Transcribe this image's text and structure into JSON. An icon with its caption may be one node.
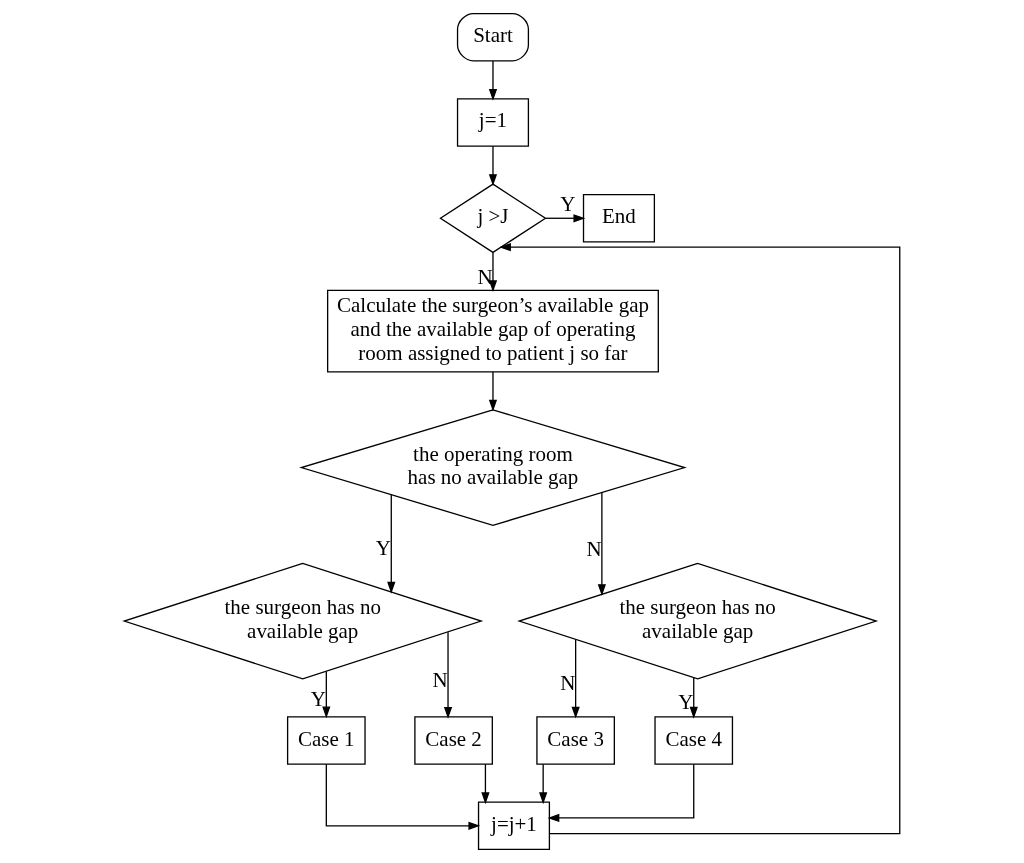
{
  "diagram": {
    "nodes": [
      {
        "text": [
          "Start"
        ]
      },
      {
        "text": [
          "j=1"
        ]
      },
      {
        "text": [
          "j >J"
        ]
      },
      {
        "text": [
          "End"
        ]
      },
      {
        "text": [
          "Calculate the surgeon’s available gap and the available gap of operating room assigned to patient j so far"
        ]
      },
      {
        "text": [
          "the operating room has no available gap"
        ]
      },
      {
        "text": [
          "the surgeon has no available gap"
        ]
      },
      {
        "text": [
          "the surgeon has no available gap"
        ]
      },
      {
        "text": [
          "Case 1"
        ]
      },
      {
        "text": [
          "Case 2"
        ]
      },
      {
        "text": [
          "Case 3"
        ]
      },
      {
        "text": [
          "Case 4"
        ]
      },
      {
        "text": [
          "j=j+1"
        ]
      }
    ],
    "edges": [
      {
        "from": 0,
        "to": 1,
        "arrow": "to"
      },
      {
        "from": 1,
        "to": 2,
        "arrow": "to"
      },
      {
        "from": 2,
        "to": 3,
        "arrow": "to",
        "label": "Y"
      },
      {
        "from": 2,
        "to": 4,
        "arrow": "to",
        "label": "N"
      },
      {
        "from": 4,
        "to": 5,
        "arrow": "to"
      },
      {
        "from": 5,
        "to": 6,
        "arrow": "to",
        "label": "Y"
      },
      {
        "from": 5,
        "to": 7,
        "arrow": "to",
        "label": "N"
      },
      {
        "from": 6,
        "to": 8,
        "arrow": "to",
        "label": "Y"
      },
      {
        "from": 6,
        "to": 9,
        "arrow": "to",
        "label": "N"
      },
      {
        "from": 7,
        "to": 10,
        "arrow": "to",
        "label": "N"
      },
      {
        "from": 7,
        "to": 11,
        "arrow": "to",
        "label": "Y"
      },
      {
        "from": 8,
        "to": 12,
        "arrow": "to"
      },
      {
        "from": 9,
        "to": 12,
        "arrow": "to"
      },
      {
        "from": 10,
        "to": 12,
        "arrow": "to"
      },
      {
        "from": 11,
        "to": 12,
        "arrow": "to"
      },
      {
        "from": 12,
        "to": 2,
        "arrow": "to"
      }
    ]
  }
}
